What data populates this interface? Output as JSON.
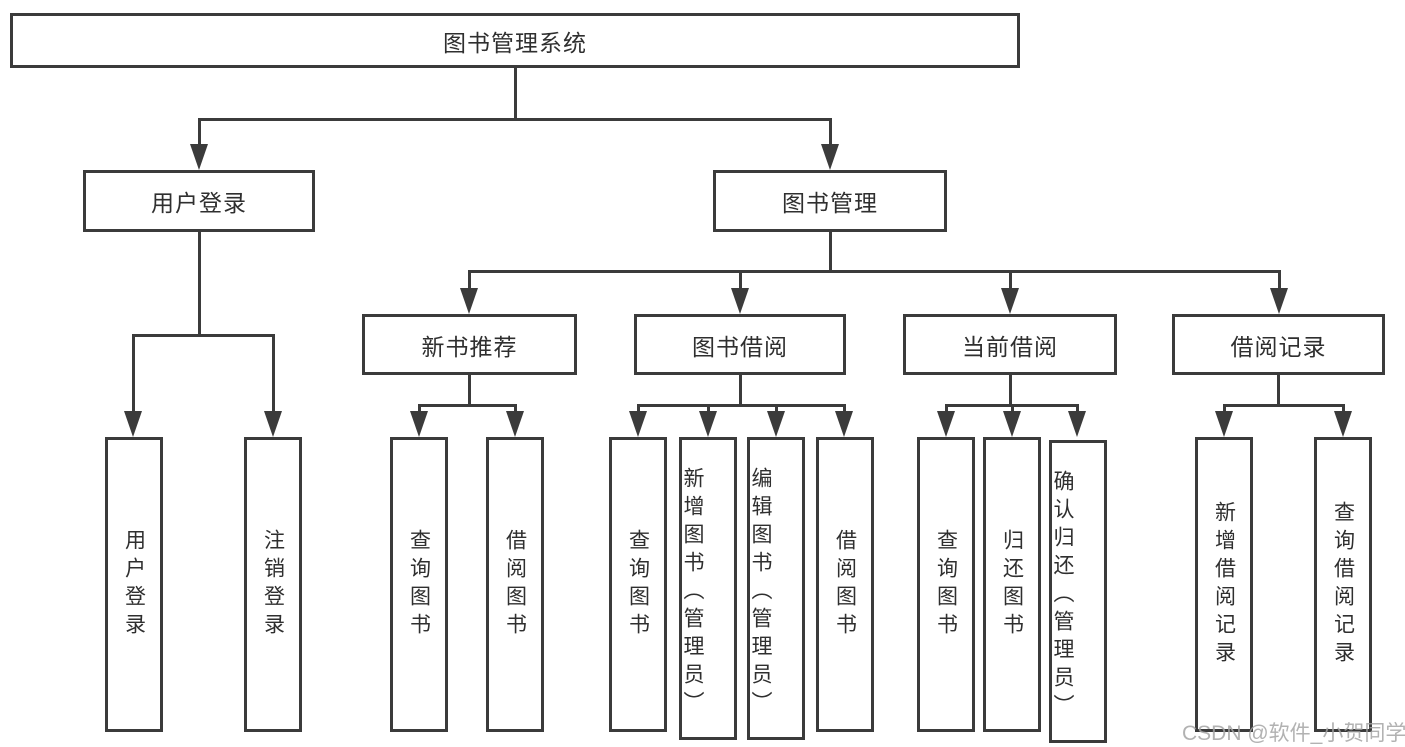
{
  "tree": {
    "root": {
      "label": "图书管理系统"
    },
    "children": [
      {
        "label": "用户登录",
        "children": [
          {
            "label": "用户登录"
          },
          {
            "label": "注销登录"
          }
        ]
      },
      {
        "label": "图书管理",
        "children": [
          {
            "label": "新书推荐",
            "children": [
              {
                "label": "查询图书"
              },
              {
                "label": "借阅图书"
              }
            ]
          },
          {
            "label": "图书借阅",
            "children": [
              {
                "label": "查询图书"
              },
              {
                "label": "新增图书（管理员）"
              },
              {
                "label": "编辑图书（管理员）"
              },
              {
                "label": "借阅图书"
              }
            ]
          },
          {
            "label": "当前借阅",
            "children": [
              {
                "label": "查询图书"
              },
              {
                "label": "归还图书"
              },
              {
                "label": "确认归还（管理员）"
              }
            ]
          },
          {
            "label": "借阅记录",
            "children": [
              {
                "label": "新增借阅记录"
              },
              {
                "label": "查询借阅记录"
              }
            ]
          }
        ]
      }
    ]
  },
  "watermark": "CSDN @软件_小贺同学",
  "colors": {
    "line": "#3b3b3b",
    "box_border": "#3b3b3b",
    "text": "#2f2f2f",
    "background": "#ffffff",
    "watermark": "#a5a5a5"
  }
}
